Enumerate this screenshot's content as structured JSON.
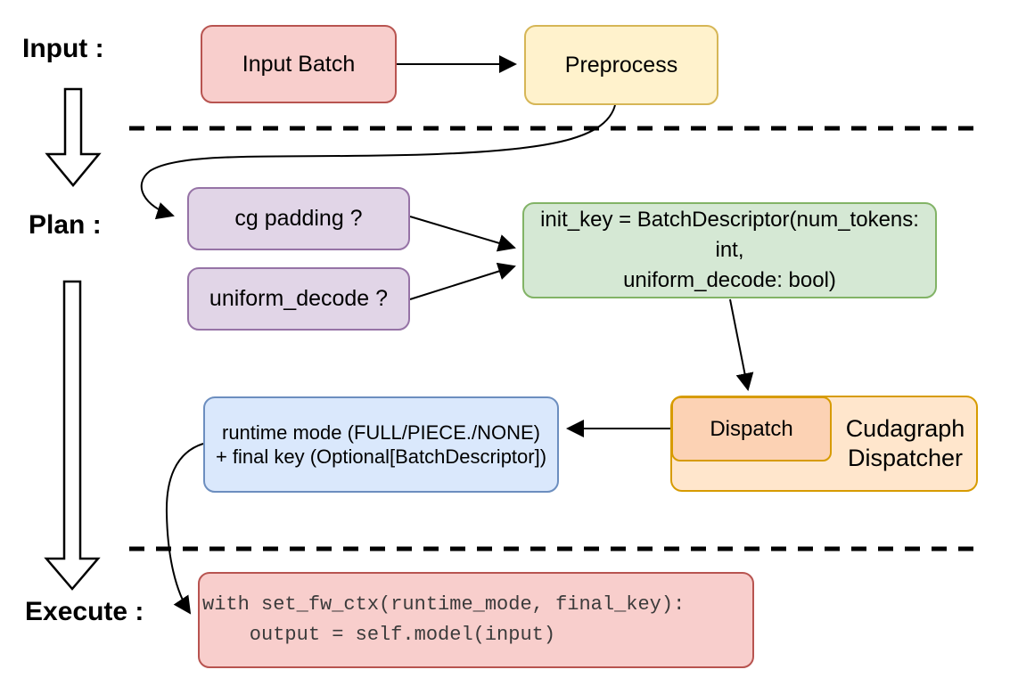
{
  "stages": {
    "input": {
      "label": "Input :"
    },
    "plan": {
      "label": "Plan :"
    },
    "execute": {
      "label": "Execute :"
    }
  },
  "nodes": {
    "input_batch": {
      "label": "Input Batch",
      "fill": "#f8cecc",
      "stroke": "#b85450"
    },
    "preprocess": {
      "label": "Preprocess",
      "fill": "#fff2cc",
      "stroke": "#d6b656"
    },
    "cg_padding": {
      "label": "cg padding ?",
      "fill": "#e1d5e7",
      "stroke": "#9673a6"
    },
    "uniform_decode": {
      "label": "uniform_decode ?",
      "fill": "#e1d5e7",
      "stroke": "#9673a6"
    },
    "init_key": {
      "label": "init_key = BatchDescriptor(num_tokens: int,\nuniform_decode: bool)",
      "fill": "#d5e8d4",
      "stroke": "#82b366"
    },
    "cudagraph_dispatcher": {
      "label": "Cudagraph\nDispatcher",
      "fill": "#ffe6cc",
      "stroke": "#d79b00"
    },
    "dispatch": {
      "label": "Dispatch",
      "fill": "#fcd2b4",
      "stroke": "#d79b00"
    },
    "runtime_mode": {
      "label": "runtime mode (FULL/PIECE./NONE)\n+ final key (Optional[BatchDescriptor])",
      "fill": "#dae8fc",
      "stroke": "#6c8ebf"
    },
    "execute_code": {
      "label": "with set_fw_ctx(runtime_mode, final_key):\n    output = self.model(input)",
      "fill": "#f8cecc",
      "stroke": "#b85450",
      "text_color": "#3b3b3b"
    }
  },
  "colors": {
    "connector": "#000000",
    "background": "#ffffff"
  }
}
